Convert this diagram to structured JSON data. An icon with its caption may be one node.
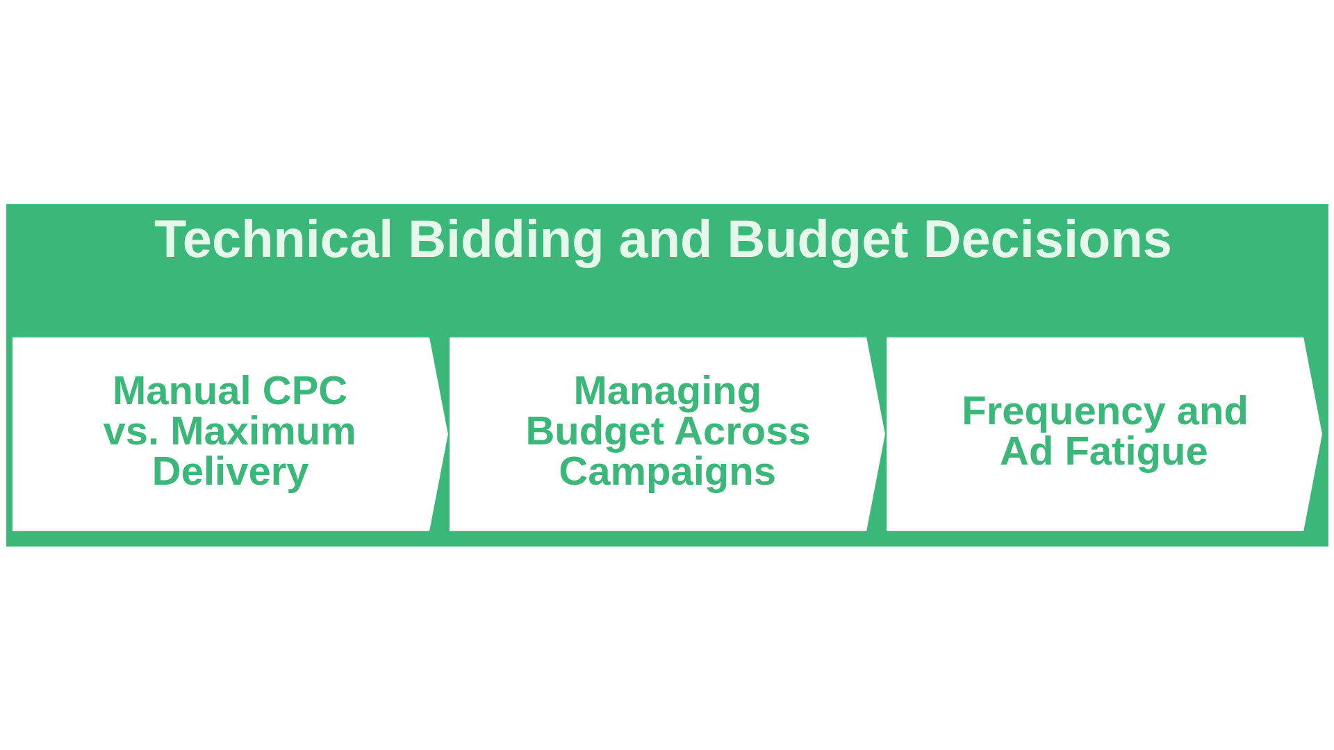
{
  "diagram": {
    "title": "Technical Bidding and Budget Decisions",
    "nodes": [
      {
        "text": [
          "Manual CPC vs. Maximum Delivery"
        ]
      },
      {
        "text": [
          "Managing Budget Across Campaigns"
        ]
      },
      {
        "text": [
          "Frequency and Ad Fatigue"
        ]
      }
    ]
  }
}
